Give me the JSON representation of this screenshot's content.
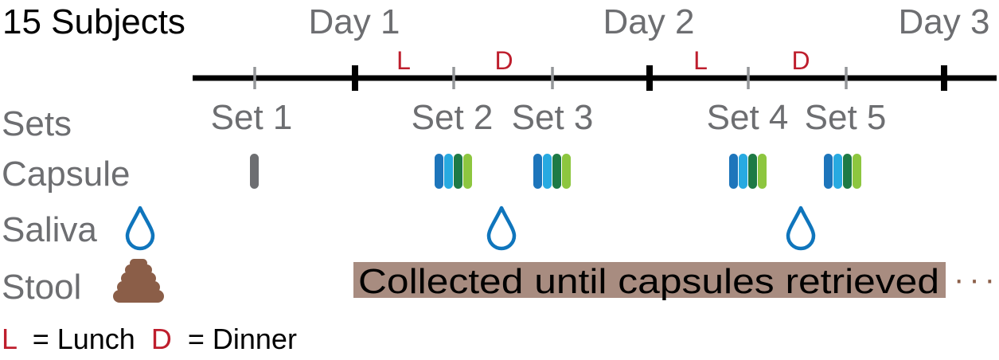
{
  "header": {
    "subjects": "15 Subjects",
    "days": [
      "Day 1",
      "Day 2",
      "Day 3"
    ]
  },
  "meals": [
    "L",
    "D",
    "L",
    "D"
  ],
  "sets": [
    "Set 1",
    "Set 2",
    "Set 3",
    "Set 4",
    "Set 5"
  ],
  "rows": {
    "sets": "Sets",
    "capsule": "Capsule",
    "saliva": "Saliva",
    "stool": "Stool"
  },
  "stool_bar": {
    "text": "Collected until capsules retrieved",
    "continuation": "···"
  },
  "legend": {
    "lunch_key": "L",
    "lunch_text": "= Lunch",
    "dinner_key": "D",
    "dinner_text": "= Dinner"
  },
  "colors": {
    "timeline": "#000000",
    "label_gray": "#6d6e71",
    "meal_red": "#be1e2d",
    "drop_blue": "#0f75bc",
    "capsule_blues": [
      "#1d75bb",
      "#27aae1",
      "#1e7a45",
      "#8dc63f"
    ],
    "stool_brown": "#8b5e48",
    "stool_bar_bg": "#a88c80"
  },
  "icons": {
    "saliva": "droplet-icon",
    "stool": "stool-icon"
  }
}
